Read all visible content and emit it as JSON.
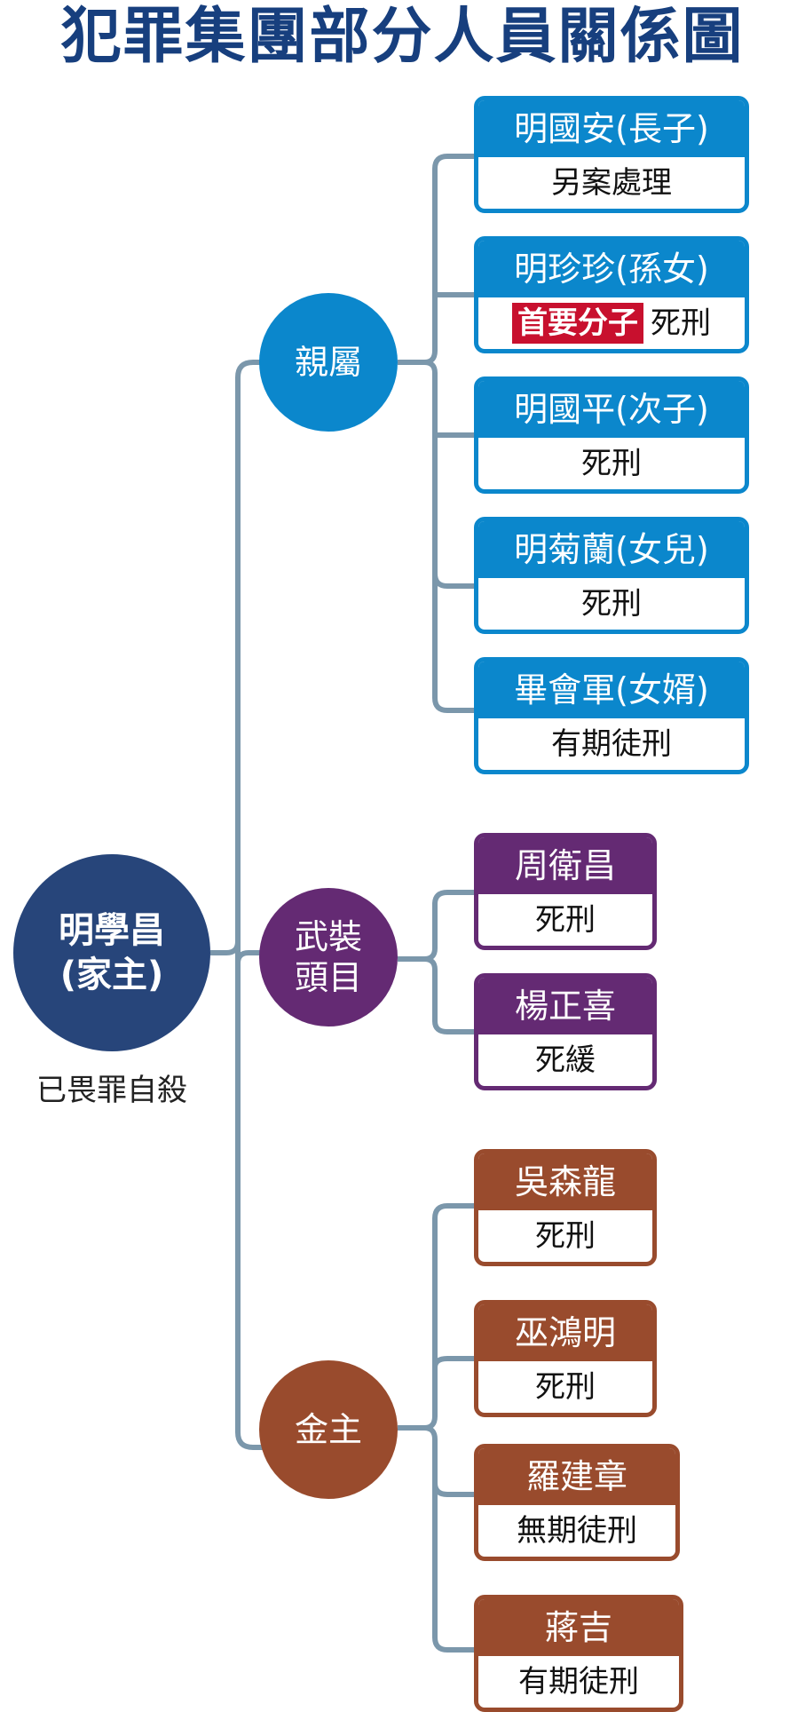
{
  "title": "犯罪集團部分人員關係圖",
  "colors": {
    "title": "#173f7e",
    "root": "#27457a",
    "relatives": "#0b87cc",
    "armed": "#642a73",
    "financiers": "#994b2d",
    "connector": "#7b97ab",
    "highlight": "#c8102e"
  },
  "root": {
    "name": "明學昌",
    "role": "(家主)",
    "note": "已畏罪自殺"
  },
  "groups": [
    {
      "label": "親屬",
      "members": [
        {
          "name": "明國安(長子)",
          "sentence": "另案處理"
        },
        {
          "name": "明珍珍(孫女)",
          "tag": "首要分子",
          "sentence": "死刑"
        },
        {
          "name": "明國平(次子)",
          "sentence": "死刑"
        },
        {
          "name": "明菊蘭(女兒)",
          "sentence": "死刑"
        },
        {
          "name": "畢會軍(女婿)",
          "sentence": "有期徒刑"
        }
      ]
    },
    {
      "label_line1": "武裝",
      "label_line2": "頭目",
      "members": [
        {
          "name": "周衛昌",
          "sentence": "死刑"
        },
        {
          "name": "楊正喜",
          "sentence": "死緩"
        }
      ]
    },
    {
      "label": "金主",
      "members": [
        {
          "name": "吳森龍",
          "sentence": "死刑"
        },
        {
          "name": "巫鴻明",
          "sentence": "死刑"
        },
        {
          "name": "羅建章",
          "sentence": "無期徒刑"
        },
        {
          "name": "蔣吉",
          "sentence": "有期徒刑"
        }
      ]
    }
  ]
}
